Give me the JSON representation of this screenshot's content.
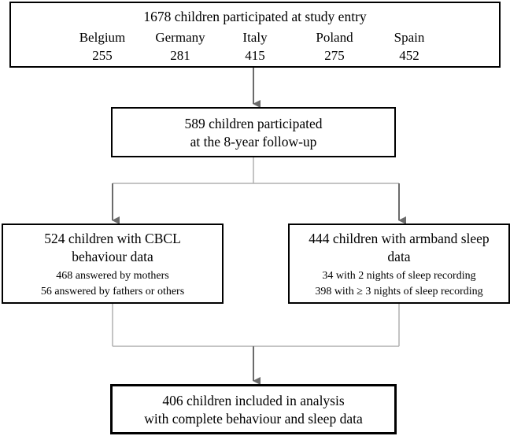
{
  "colors": {
    "border": "#000000",
    "connector_dark": "#6b6b6b",
    "connector_light": "#b0b0b0"
  },
  "entry": {
    "title": "1678 children participated at study entry",
    "countries": [
      {
        "name": "Belgium",
        "count": "255"
      },
      {
        "name": "Germany",
        "count": "281"
      },
      {
        "name": "Italy",
        "count": "415"
      },
      {
        "name": "Poland",
        "count": "275"
      },
      {
        "name": "Spain",
        "count": "452"
      }
    ]
  },
  "followup": {
    "line1": "589 children participated",
    "line2": "at the 8-year follow-up"
  },
  "cbcl": {
    "line1": "524 children with CBCL",
    "line2": "behaviour data",
    "line3": "468 answered by mothers",
    "line4": "56 answered by fathers or others"
  },
  "sleep": {
    "line1": "444 children with armband sleep",
    "line2": "data",
    "line3": "34 with 2 nights of sleep recording",
    "line4": "398 with ≥ 3 nights of sleep recording"
  },
  "analysis": {
    "line1": "406 children included in analysis",
    "line2": "with complete behaviour and sleep data"
  }
}
